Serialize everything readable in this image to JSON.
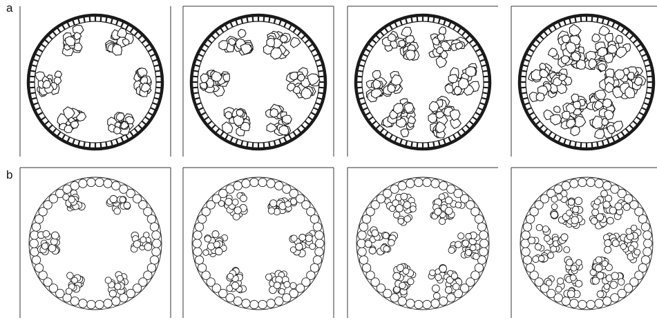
{
  "figure": {
    "row_labels": {
      "a": "a",
      "b": "b"
    },
    "rows": [
      {
        "id": "a",
        "style": "tessellated-cells",
        "panels": [
          {
            "clusters": 6,
            "cluster_spread": 0.8
          },
          {
            "clusters": 6,
            "cluster_spread": 1.1
          },
          {
            "clusters": 6,
            "cluster_spread": 1.5
          },
          {
            "clusters": 6,
            "cluster_spread": 2.1
          }
        ]
      },
      {
        "id": "b",
        "style": "particle-circles",
        "panels": [
          {
            "clusters": 6,
            "cluster_spread": 0.8
          },
          {
            "clusters": 6,
            "cluster_spread": 1.1
          },
          {
            "clusters": 6,
            "cluster_spread": 1.5
          },
          {
            "clusters": 6,
            "cluster_spread": 2.1
          }
        ]
      }
    ],
    "colors": {
      "ink": "#1a1a1a",
      "background": "#ffffff"
    }
  }
}
